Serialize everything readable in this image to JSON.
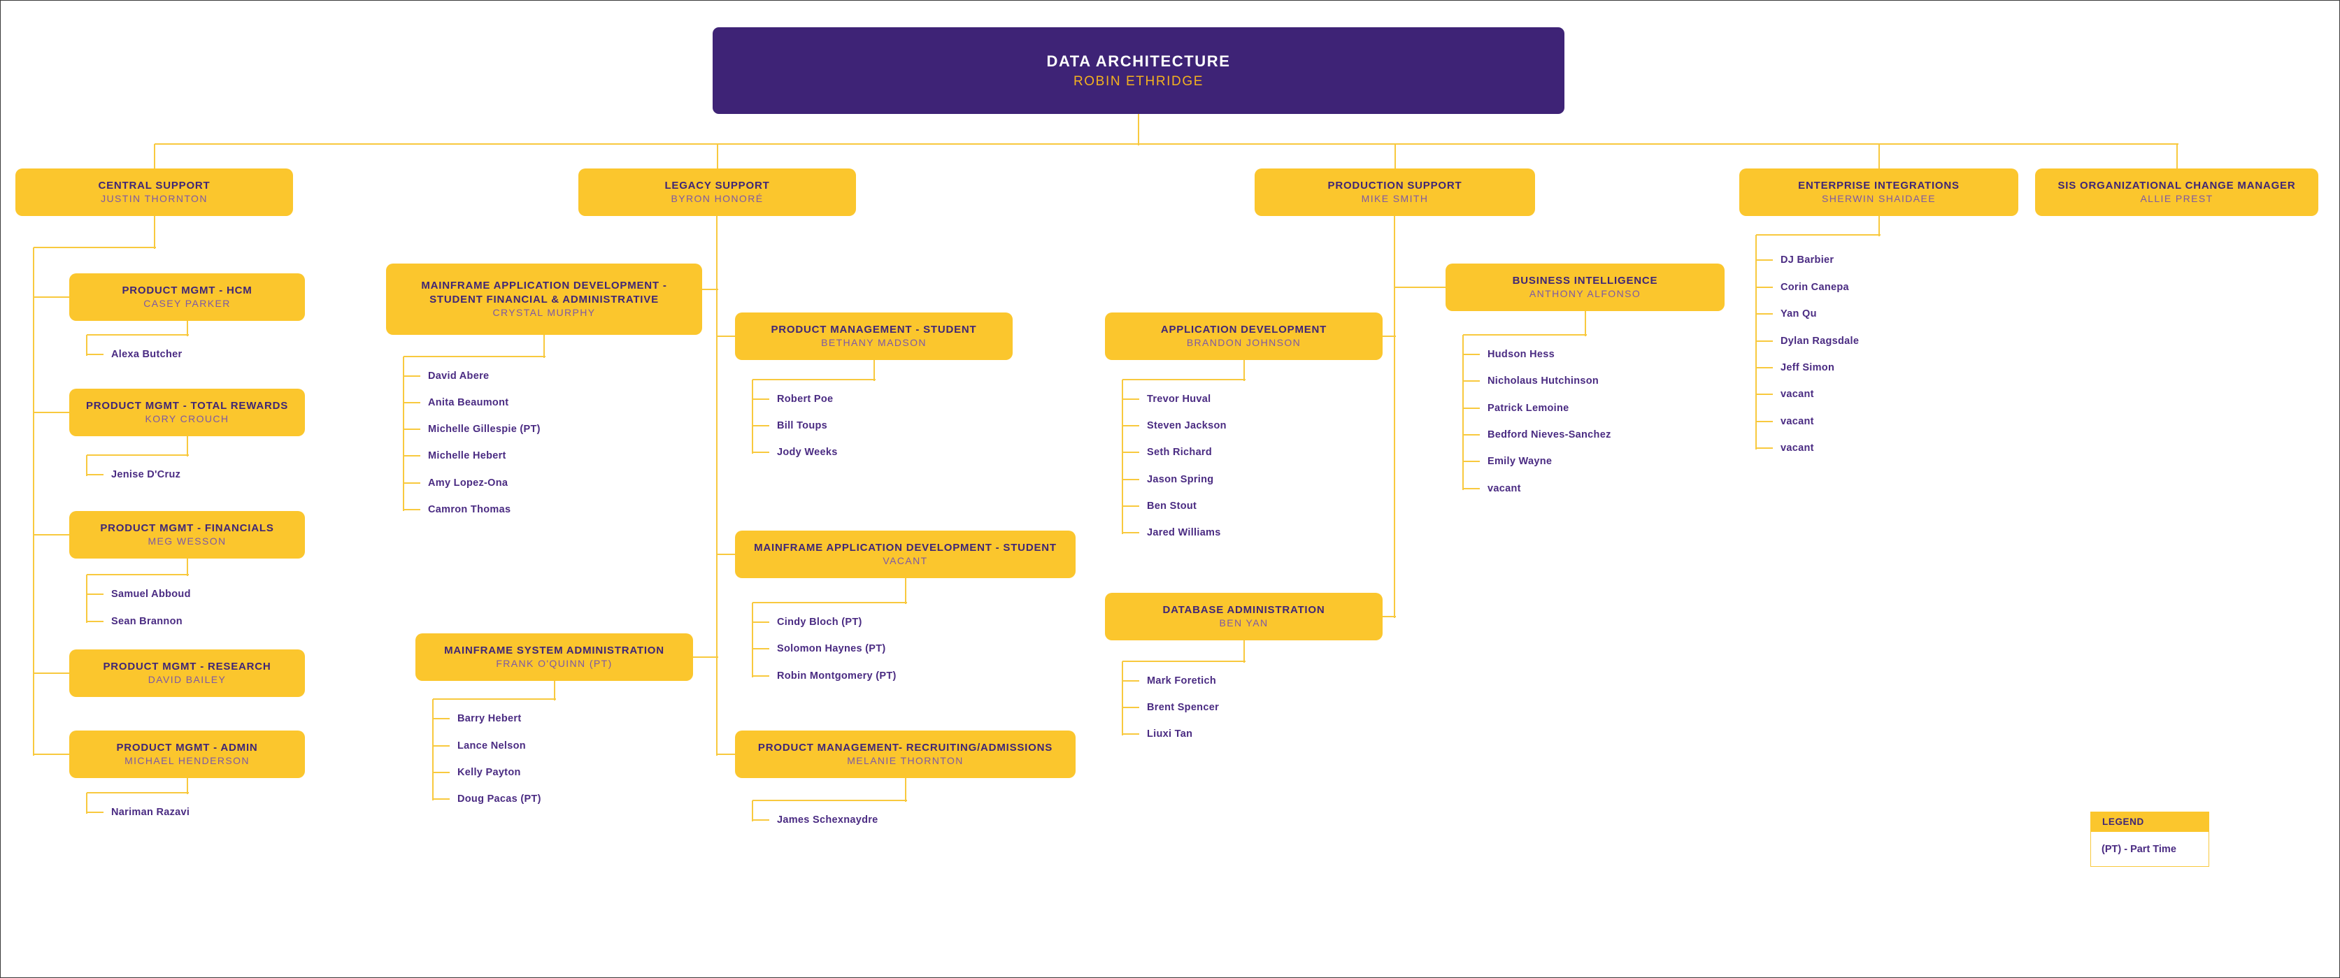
{
  "root": {
    "title": "DATA ARCHITECTURE",
    "name": "ROBIN ETHRIDGE"
  },
  "branches": [
    {
      "id": "central-support",
      "title": "CENTRAL SUPPORT",
      "name": "JUSTIN THORNTON",
      "departments": [
        {
          "id": "pm-hcm",
          "title": "PRODUCT MGMT - HCM",
          "name": "CASEY PARKER",
          "members": [
            "Alexa Butcher"
          ]
        },
        {
          "id": "pm-total-rewards",
          "title": "PRODUCT MGMT - TOTAL REWARDS",
          "name": "KORY CROUCH",
          "members": [
            "Jenise D'Cruz"
          ]
        },
        {
          "id": "pm-financials",
          "title": "PRODUCT MGMT - FINANCIALS",
          "name": "MEG WESSON",
          "members": [
            "Samuel Abboud",
            "Sean Brannon"
          ]
        },
        {
          "id": "pm-research",
          "title": "PRODUCT MGMT - RESEARCH",
          "name": "DAVID BAILEY",
          "members": []
        },
        {
          "id": "pm-admin",
          "title": "PRODUCT MGMT - ADMIN",
          "name": "MICHAEL HENDERSON",
          "members": [
            "Nariman Razavi"
          ]
        }
      ]
    },
    {
      "id": "legacy-support",
      "title": "LEGACY SUPPORT",
      "name": "BYRON HONORÉ",
      "departments": [
        {
          "id": "mad-sfa",
          "title": "MAINFRAME APPLICATION DEVELOPMENT - STUDENT FINANCIAL & ADMINISTRATIVE",
          "name": "CRYSTAL MURPHY",
          "members": [
            "David Abere",
            "Anita Beaumont",
            "Michelle Gillespie (PT)",
            "Michelle Hebert",
            "Amy Lopez-Ona",
            "Camron Thomas"
          ]
        },
        {
          "id": "pm-student",
          "title": "PRODUCT MANAGEMENT - STUDENT",
          "name": "BETHANY MADSON",
          "members": [
            "Robert Poe",
            "Bill Toups",
            "Jody Weeks"
          ]
        },
        {
          "id": "mad-student",
          "title": "MAINFRAME APPLICATION DEVELOPMENT - STUDENT",
          "name": "VACANT",
          "members": [
            "Cindy Bloch (PT)",
            "Solomon Haynes (PT)",
            "Robin Montgomery (PT)"
          ]
        },
        {
          "id": "mainframe-sys-admin",
          "title": "MAINFRAME SYSTEM ADMINISTRATION",
          "name": "FRANK O'QUINN (PT)",
          "members": [
            "Barry Hebert",
            "Lance Nelson",
            "Kelly Payton",
            "Doug Pacas (PT)"
          ]
        },
        {
          "id": "pm-recruiting",
          "title": "PRODUCT MANAGEMENT- RECRUITING/ADMISSIONS",
          "name": "MELANIE THORNTON",
          "members": [
            "James Schexnaydre"
          ]
        }
      ]
    },
    {
      "id": "production-support",
      "title": "PRODUCTION SUPPORT",
      "name": "MIKE SMITH",
      "departments": [
        {
          "id": "application-development",
          "title": "APPLICATION DEVELOPMENT",
          "name": "BRANDON JOHNSON",
          "members": [
            "Trevor Huval",
            "Steven Jackson",
            "Seth Richard",
            "Jason Spring",
            "Ben Stout",
            "Jared Williams"
          ]
        },
        {
          "id": "business-intelligence",
          "title": "BUSINESS INTELLIGENCE",
          "name": "ANTHONY ALFONSO",
          "members": [
            "Hudson Hess",
            "Nicholaus Hutchinson",
            "Patrick Lemoine",
            "Bedford Nieves-Sanchez",
            "Emily Wayne",
            "vacant"
          ]
        },
        {
          "id": "database-administration",
          "title": "DATABASE ADMINISTRATION",
          "name": "BEN YAN",
          "members": [
            "Mark Foretich",
            "Brent Spencer",
            "Liuxi Tan"
          ]
        }
      ]
    },
    {
      "id": "enterprise-integrations",
      "title": "ENTERPRISE INTEGRATIONS",
      "name": "SHERWIN SHAIDAEE",
      "members": [
        "DJ Barbier",
        "Corin Canepa",
        "Yan Qu",
        "Dylan Ragsdale",
        "Jeff Simon",
        "vacant",
        "vacant",
        "vacant"
      ]
    },
    {
      "id": "sis-org-change-manager",
      "title": "SIS ORGANIZATIONAL CHANGE MANAGER",
      "name": "ALLIE PREST"
    }
  ],
  "legend": {
    "header": "LEGEND",
    "entries": [
      "(PT) - Part Time"
    ]
  },
  "colors": {
    "purple_box": "#3e2376",
    "gold_box": "#fbc62d",
    "connector_line": "#f8c93e",
    "title_text": "#3f2676",
    "manager_text": "#7c58a6",
    "member_text": "#4a2b82",
    "root_name_text": "#f3b11f"
  }
}
